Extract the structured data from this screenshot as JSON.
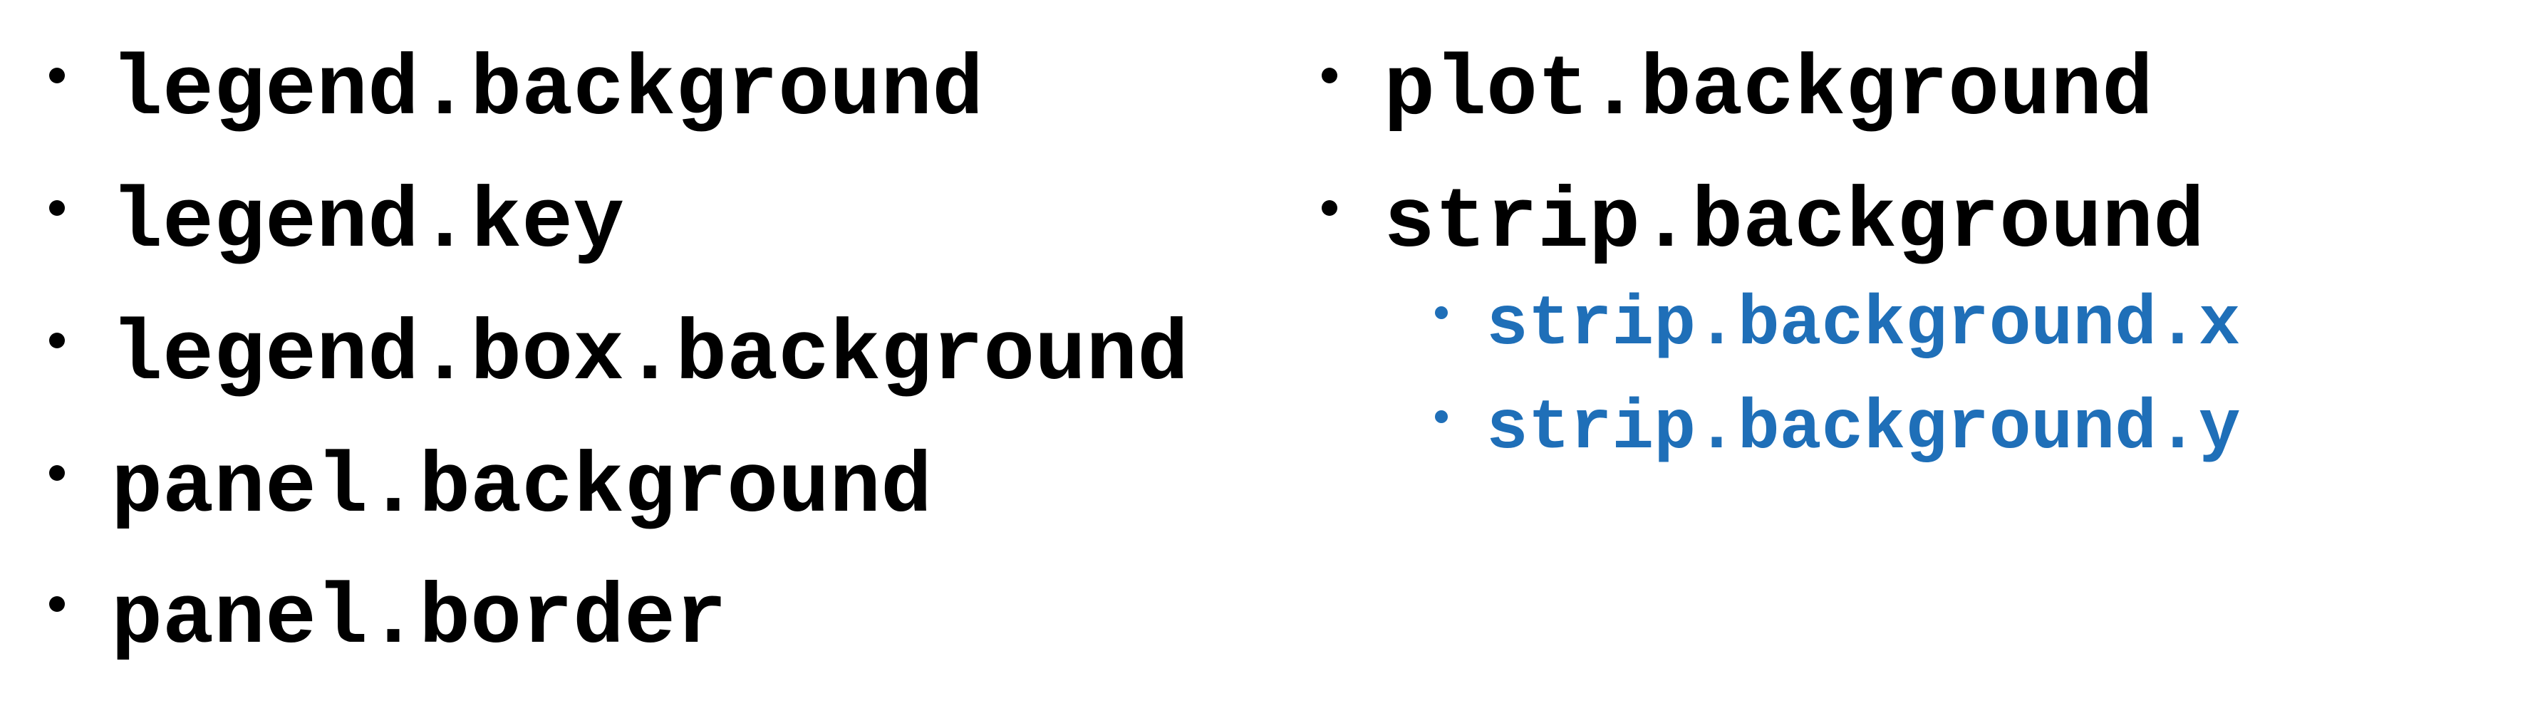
{
  "colors": {
    "primary_text": "#000000",
    "sub_text": "#1f6fb8"
  },
  "left_list": [
    "legend.background",
    "legend.key",
    "legend.box.background",
    "panel.background",
    "panel.border"
  ],
  "right_list": [
    "plot.background",
    "strip.background"
  ],
  "right_sublist": [
    "strip.background.x",
    "strip.background.y"
  ]
}
